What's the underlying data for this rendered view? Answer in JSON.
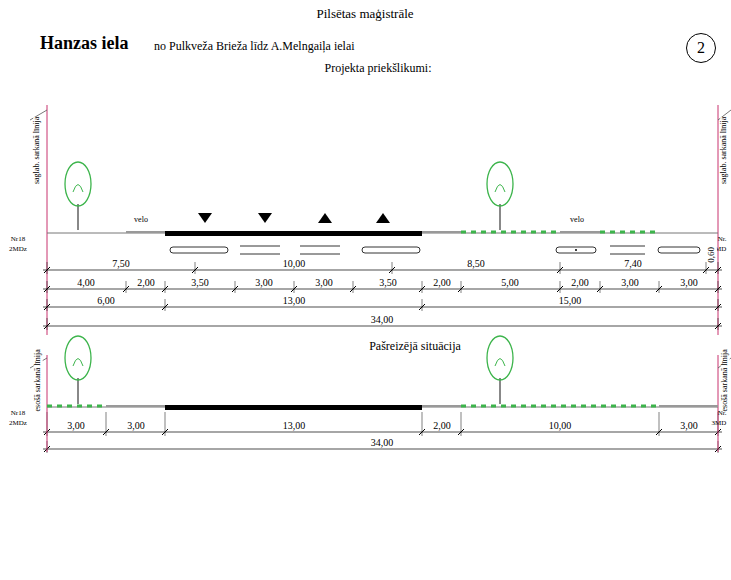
{
  "diagram": {
    "title": "Pilsētas maģistrāle",
    "nodes": [
      {
        "text": [
          "2"
        ]
      }
    ],
    "labels": [
      "Hanzas iela",
      "no Pulkveža Brieža līdz A.Melngaiļa ielai",
      "Projekta priekšlikumi:",
      "saglab. sarkanā līnija",
      "saglab. sarkanā līnija",
      "Nr18",
      "2MDz",
      "Nr.",
      "3MD",
      "velo",
      "velo",
      "7,50",
      "10,00",
      "8,50",
      "7,40",
      "0,60",
      "4,00",
      "2,00",
      "3,50",
      "3,00",
      "3,00",
      "3,50",
      "2,00",
      "5,00",
      "2,00",
      "3,00",
      "3,00",
      "6,00",
      "13,00",
      "15,00",
      "34,00",
      "Pašreizējā situācija",
      "esošā sarkanā līnija",
      "esošā sarkanā līnija",
      "Nr18",
      "2MDz",
      "Nr.",
      "3MD",
      "3,00",
      "3,00",
      "13,00",
      "2,00",
      "10,00",
      "3,00",
      "34,00"
    ]
  }
}
